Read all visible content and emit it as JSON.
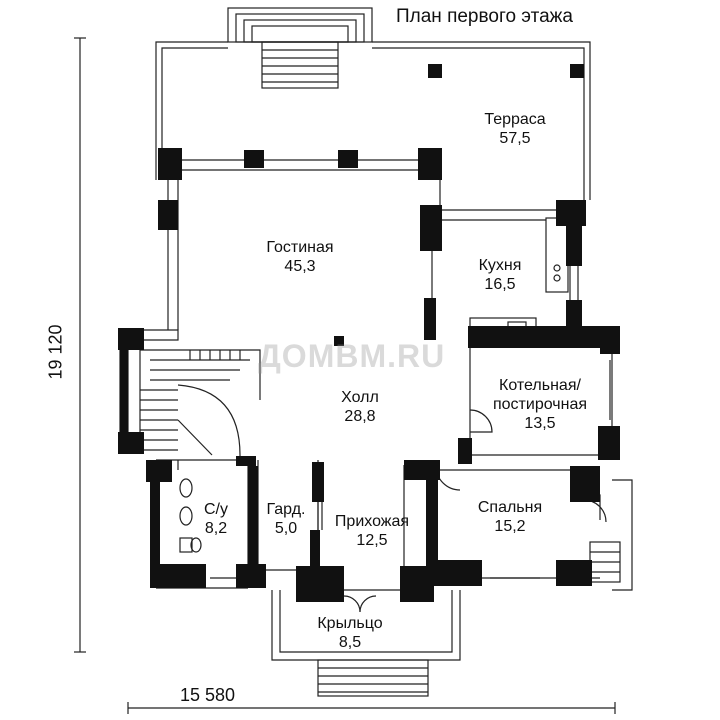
{
  "title": "План первого этажа",
  "watermark": "ДОМВМ.RU",
  "dimensions": {
    "total_height": "19 120",
    "total_width": "15 580"
  },
  "rooms": [
    {
      "id": "terrace",
      "name": "Терраса",
      "area": "57,5"
    },
    {
      "id": "living",
      "name": "Гостиная",
      "area": "45,3"
    },
    {
      "id": "kitchen",
      "name": "Кухня",
      "area": "16,5"
    },
    {
      "id": "hall",
      "name": "Холл",
      "area": "28,8"
    },
    {
      "id": "boiler",
      "name": "Котельная/",
      "name2": "постирочная",
      "area": "13,5"
    },
    {
      "id": "bathroom",
      "name": "С/у",
      "area": "8,2"
    },
    {
      "id": "wardrobe",
      "name": "Гард.",
      "area": "5,0"
    },
    {
      "id": "entry",
      "name": "Прихожая",
      "area": "12,5"
    },
    {
      "id": "bedroom",
      "name": "Спальня",
      "area": "15,2"
    },
    {
      "id": "porch",
      "name": "Крыльцо",
      "area": "8,5"
    }
  ]
}
